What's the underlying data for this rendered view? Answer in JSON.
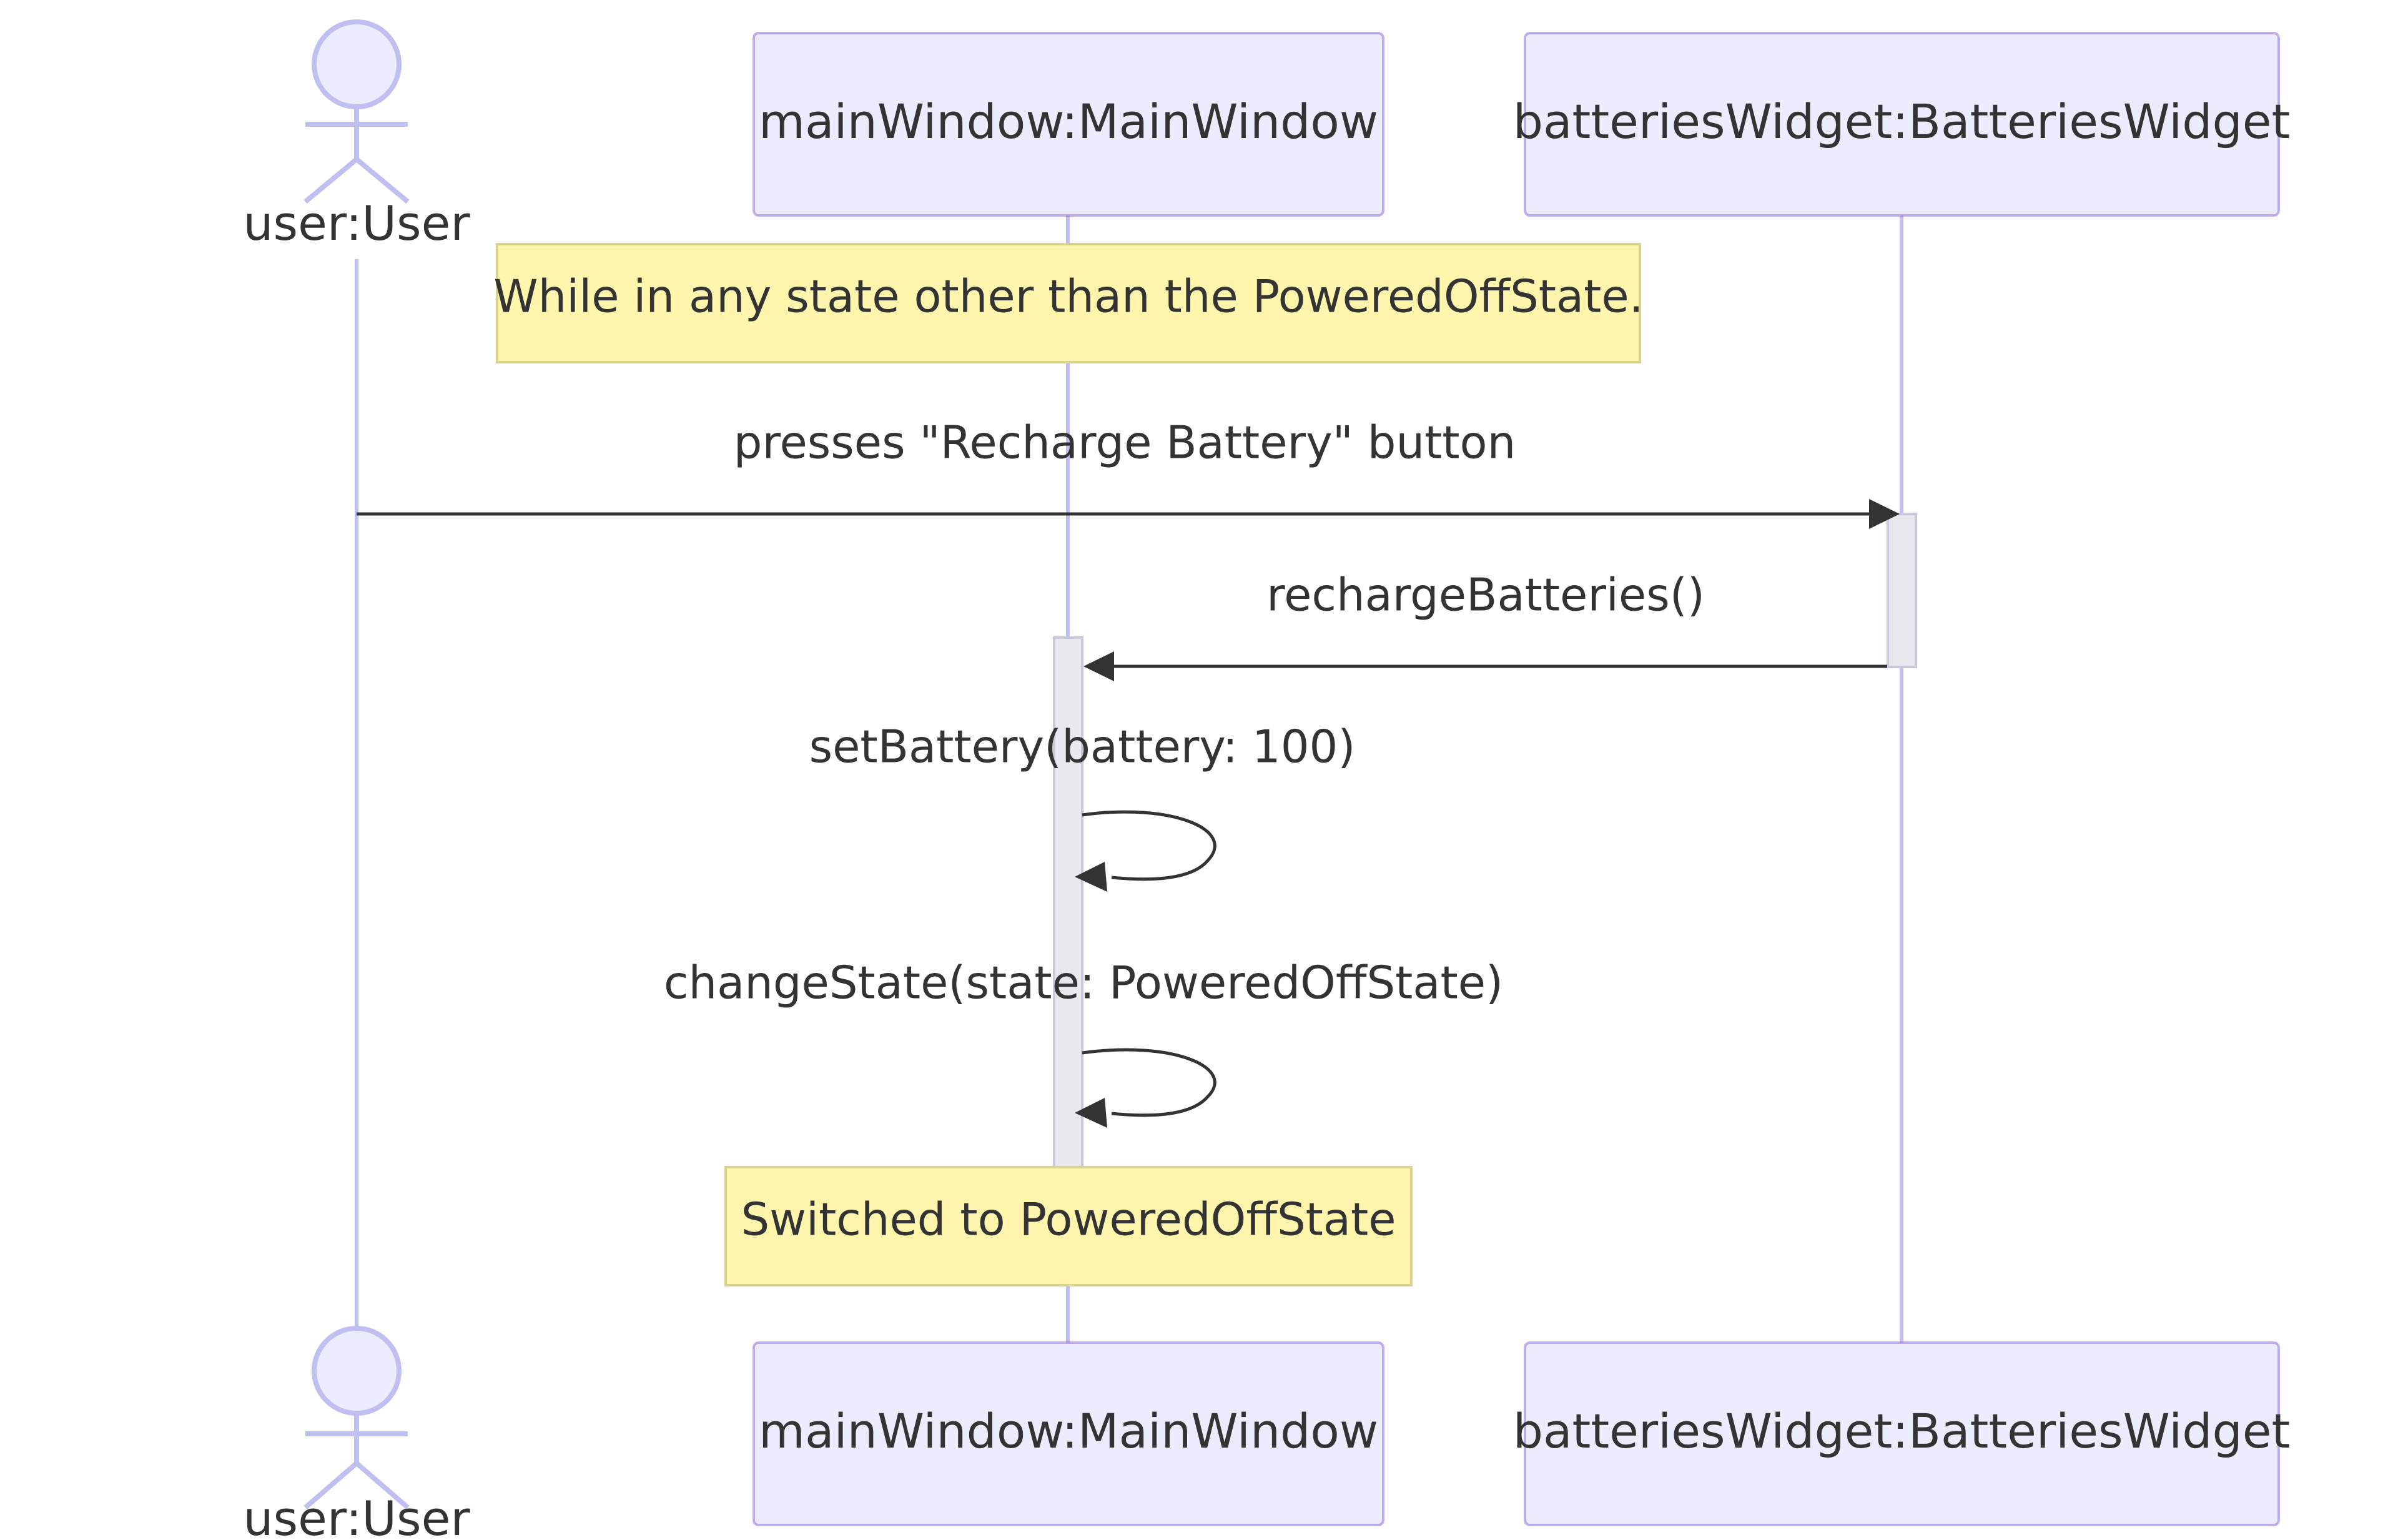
{
  "participants": {
    "user": "user:User",
    "mainWindow": "mainWindow:MainWindow",
    "batteriesWidget": "batteriesWidget:BatteriesWidget"
  },
  "notes": {
    "top": "While in any state other than the PoweredOffState.",
    "bottom": "Switched to PoweredOffState"
  },
  "messages": [
    {
      "from": "user",
      "to": "batteriesWidget",
      "label": "presses \"Recharge Battery\" button"
    },
    {
      "from": "batteriesWidget",
      "to": "mainWindow",
      "label": "rechargeBatteries()"
    },
    {
      "from": "mainWindow",
      "to": "mainWindow",
      "label": "setBattery(battery: 100)"
    },
    {
      "from": "mainWindow",
      "to": "mainWindow",
      "label": "changeState(state: PoweredOffState)"
    }
  ],
  "colors": {
    "participant_fill": "#ECECFF",
    "lifeline": "#BFBFF2",
    "note_fill": "#FFF5AD",
    "arrow": "#333333"
  }
}
